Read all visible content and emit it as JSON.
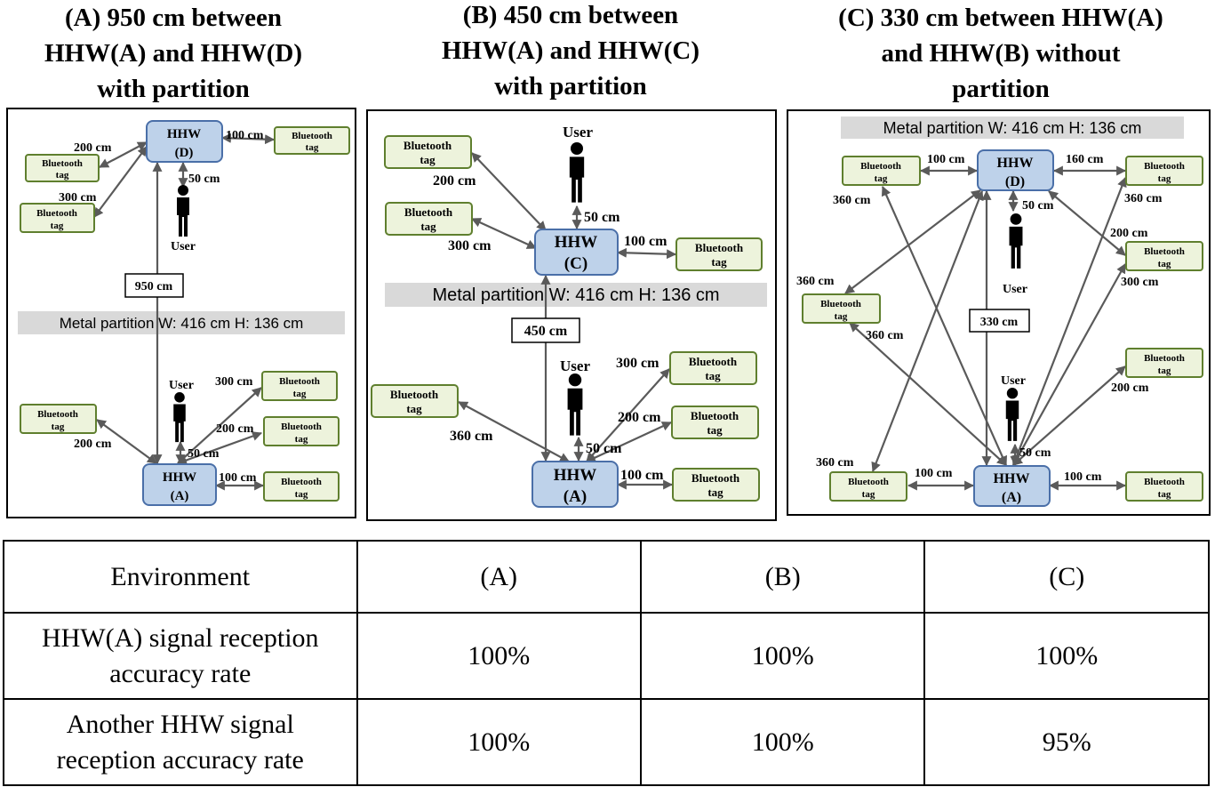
{
  "panels": [
    {
      "title_lines": [
        "(A) 950 cm between",
        "HHW(A) and HHW(D)",
        "with partition"
      ],
      "hhw_top_lines": [
        "HHW",
        "(D)"
      ],
      "hhw_bottom_lines": [
        "HHW",
        "(A)"
      ],
      "user": "User",
      "tag_lines": [
        "Bluetooth",
        "tag"
      ],
      "partition": "Metal partition  W: 416 cm H: 136 cm",
      "distance_box": "950 cm",
      "labels": {
        "d100a": "100 cm",
        "d200a": "200 cm",
        "d300a": "300 cm",
        "d50a": "50 cm",
        "d300b": "300 cm",
        "d200b": "200 cm",
        "d200c": "200 cm",
        "d50b": "50 cm",
        "d100b": "100 cm"
      }
    },
    {
      "title_lines": [
        "(B) 450 cm between",
        "HHW(A) and HHW(C)",
        "with partition"
      ],
      "hhw_top_lines": [
        "HHW",
        "(C)"
      ],
      "hhw_bottom_lines": [
        "HHW",
        "(A)"
      ],
      "user": "User",
      "tag_lines": [
        "Bluetooth",
        "tag"
      ],
      "partition": "Metal partition  W: 416 cm H: 136 cm",
      "distance_box": "450 cm",
      "labels": {
        "d200a": "200 cm",
        "d300a": "300 cm",
        "d50a": "50 cm",
        "d100a": "100 cm",
        "d300b": "300 cm",
        "d200b": "200 cm",
        "d360": "360 cm",
        "d50b": "50 cm",
        "d100b": "100 cm"
      }
    },
    {
      "title_lines": [
        "(C) 330 cm between HHW(A)",
        "and HHW(B) without",
        "partition"
      ],
      "hhw_top_lines": [
        "HHW",
        "(D)"
      ],
      "hhw_bottom_lines": [
        "HHW",
        "(A)"
      ],
      "user": "User",
      "tag_lines": [
        "Bluetooth",
        "tag"
      ],
      "partition": "Metal partition  W: 416 cm H: 136 cm",
      "distance_box": "330 cm",
      "labels": {
        "d100a": "100 cm",
        "d160": "160 cm",
        "d360a": "360 cm",
        "d360b": "360 cm",
        "d50a": "50 cm",
        "d200a": "200 cm",
        "d360c": "360 cm",
        "d300": "300 cm",
        "d360d": "360 cm",
        "d200b": "200 cm",
        "d360e": "360 cm",
        "d100b": "100 cm",
        "d50b": "50 cm",
        "d100c": "100 cm"
      }
    }
  ],
  "table": {
    "header": [
      "Environment",
      "(A)",
      "(B)",
      "(C)"
    ],
    "rows": [
      {
        "label_lines": [
          "HHW(A) signal reception",
          "accuracy rate"
        ],
        "values": [
          "100%",
          "100%",
          "100%"
        ]
      },
      {
        "label_lines": [
          "Another HHW signal",
          "reception accuracy rate"
        ],
        "values": [
          "100%",
          "100%",
          "95%"
        ]
      }
    ]
  },
  "colors": {
    "hhw_fill": "#bed2ea",
    "hhw_stroke": "#4a6fa8",
    "tag_fill": "#edf3dc",
    "tag_stroke": "#5f7f2e",
    "partition": "#d9d9d9"
  }
}
